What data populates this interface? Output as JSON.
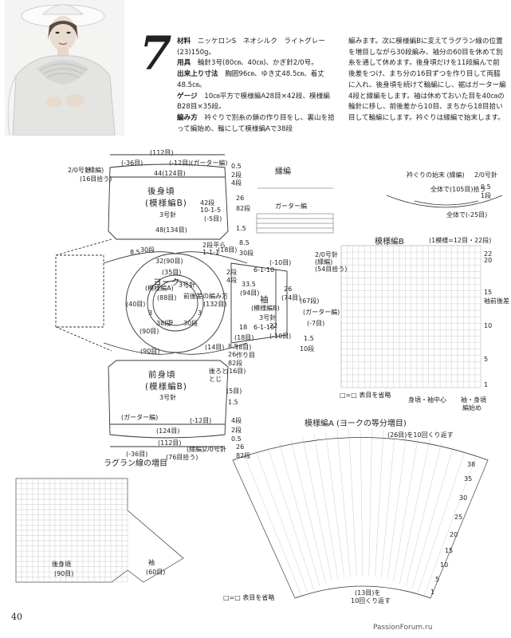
{
  "pattern_number": "7",
  "specs": [
    {
      "label": "材料",
      "text": "ニッケロンS　ネオシルク　ライトグレー(23)150g。"
    },
    {
      "label": "用具",
      "text": "輪針3号(80㎝、40㎝)、かぎ針2/0号。"
    },
    {
      "label": "出来上り寸法",
      "text": "胸囲96㎝、ゆき丈48.5㎝、着丈48.5㎝。"
    },
    {
      "label": "ゲージ",
      "text": "10㎝平方で模様編A28目×42段、模様編B28目×35段。"
    },
    {
      "label": "編み方",
      "text": "衿ぐりで別糸の鎖の作り目をし、裏山を拾って編始め、輪にして模様編Aで38段"
    }
  ],
  "instructions": "編みます。次に模様編Bに変えてラグラン線の位置を増目しながら30段編み、袖分の60目を休めて別糸を通して休めます。後身頃だけを11段編んで前後差をつけ、まち分の16目ずつを作り目して両脇に入れ、後身頃を続けて輪編にし、裾はガーター編4段と縁編をします。袖は休めておいた目を40㎝の輪針に移し、前後差から10目、まちから18目拾い目して輪編にします。衿ぐりは縁編で始末します。",
  "schematic": {
    "back_title": "後身頃",
    "back_pattern": "(模様編B)",
    "back_needle": "3号針",
    "front_title": "前身頃",
    "front_pattern": "(模様編B)",
    "front_needle": "3号針",
    "sleeve_title": "袖",
    "sleeve_pattern": "(模様編B)",
    "sleeve_needle": "3号針",
    "yoke_title": "ヨーク",
    "yoke_pattern": "(模様編A)",
    "yoke_needle": "3号針",
    "labels": {
      "top_width": "(112目)",
      "top_36": "(-36目)",
      "top_12": "(-12目)(ガーター編)",
      "edge_needle": "2/0号針",
      "edge_name": "(縁編)",
      "edge_pick": "(16目拾う)",
      "back_44": "44(124目)",
      "r42": "42段",
      "r10": "10-1-5",
      "r5": "(-5目)",
      "back_48": "48(134目)",
      "d85": "8.5",
      "d30": "30段",
      "d2": "2段平ら",
      "d1": "1-1-1",
      "d18": "(18目)",
      "d8": "8.5",
      "d30r": "30段",
      "yoke_32": "32(90目)",
      "yoke_35": "(35目)",
      "yoke_88": "(88目)",
      "yoke_132": "(132目)",
      "yoke_40": "(40目)",
      "yoke_90": "(90目)",
      "yoke_9": "9",
      "yoke_38": "38段",
      "yoke_30": "30段",
      "yoke_3_left": "3",
      "yoke_3_right": "3",
      "front_order": "前後差の編み方",
      "s33": "33.5",
      "s94": "(94目)",
      "s26": "26",
      "s74": "(74目)",
      "s67": "(67段)",
      "s7": "(-7目)",
      "sgarter": "(ガーター編)",
      "s610a": "6-1-10",
      "s610b": "6-1-10",
      "s10a": "(-10目)",
      "s10b": "(-10目)",
      "s54": "(54目拾う)",
      "s_needle": "2/0号針",
      "s_edge": "(縁編)",
      "s18": "18",
      "s22": "22",
      "s105": "1.5",
      "s10r": "10段",
      "s18r": "(18目)",
      "s8": "(8目)",
      "s_make": "作り目",
      "d14": "(14目)",
      "d85b": "8.5",
      "d16": "(16目)",
      "d5": "(5目)",
      "d_note": "とじ",
      "d_pick": "後ろと",
      "sum1": "4段",
      "sum2": "2段",
      "sum3": "26",
      "sum4": "82段",
      "sum5": "1.5",
      "front_90": "(90目)",
      "front_124": "(124目)",
      "front_12": "(-12目)",
      "front_112": "(112目)",
      "front_36": "(-36目)",
      "front_76": "(76目拾う)",
      "front_garter": "(ガーター編)",
      "front_edge": "(縁編)",
      "front_needle": "2/0号針",
      "bottom_4": "4段",
      "bottom_2": "2段",
      "bottom_05": "0.5",
      "bottom_26": "26",
      "bottom_82": "82段",
      "side_05": "0.5",
      "side_2": "2段",
      "side_4": "4段",
      "side_26": "26",
      "side_82": "82段",
      "side_15": "1.5"
    }
  },
  "edge_chart": {
    "title": "縁編",
    "garter_title": "ガーター編"
  },
  "neck_finish": {
    "title": "衿ぐりの始末 (縁編)",
    "needle": "2/0号針",
    "whole": "全体で(105目)拾う",
    "dec": "全体で(-25目)",
    "d05": "0.5",
    "d1": "1段"
  },
  "pattern_b": {
    "title": "模様編B",
    "repeat": "(1模様=12目・22段)",
    "legend": "□=□ 表目を省略",
    "body_center": "身頃・袖中心",
    "start": "編始め",
    "rows": [
      "22",
      "20",
      "15",
      "10",
      "5",
      "1"
    ],
    "label_side": "袖前後差",
    "label_sleeve": "袖・身頃"
  },
  "raglan": {
    "title": "ラグラン線の増目",
    "back": "後身頃",
    "back_cnt": "(90目)",
    "sleeve": "袖",
    "sleeve_cnt": "(60目)"
  },
  "pattern_a": {
    "title": "模様編A (ヨークの等分増目)",
    "top": "(26目)を10回くり返す",
    "bottom1": "(13目)を",
    "bottom2": "10回くり返す",
    "legend": "□=□ 表目を省略",
    "rows": [
      "38",
      "35",
      "30",
      "25",
      "20",
      "15",
      "10",
      "5",
      "1"
    ]
  },
  "page_number": "40",
  "watermark": "PassionForum.ru"
}
